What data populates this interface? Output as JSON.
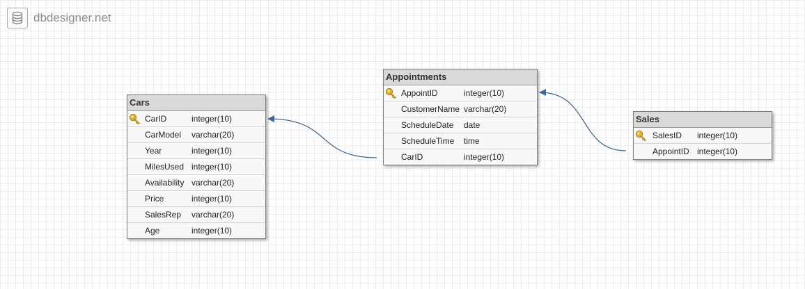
{
  "brand": {
    "name": "dbdesigner.net",
    "icon": "database-icon"
  },
  "colors": {
    "connector": "#3e6a9a",
    "key": "#e3b327"
  },
  "tables": {
    "cars": {
      "name": "Cars",
      "fields": [
        {
          "name": "CarID",
          "type": "integer(10)",
          "pk": true
        },
        {
          "name": "CarModel",
          "type": "varchar(20)"
        },
        {
          "name": "Year",
          "type": "integer(10)"
        },
        {
          "name": "MilesUsed",
          "type": "integer(10)"
        },
        {
          "name": "Availability",
          "type": "varchar(20)"
        },
        {
          "name": "Price",
          "type": "integer(10)"
        },
        {
          "name": "SalesRep",
          "type": "varchar(20)"
        },
        {
          "name": "Age",
          "type": "integer(10)"
        }
      ]
    },
    "appointments": {
      "name": "Appointments",
      "fields": [
        {
          "name": "AppointID",
          "type": "integer(10)",
          "pk": true
        },
        {
          "name": "CustomerName",
          "type": "varchar(20)"
        },
        {
          "name": "ScheduleDate",
          "type": "date"
        },
        {
          "name": "ScheduleTime",
          "type": "time"
        },
        {
          "name": "CarID",
          "type": "integer(10)"
        }
      ]
    },
    "sales": {
      "name": "Sales",
      "fields": [
        {
          "name": "SalesID",
          "type": "integer(10)",
          "pk": true
        },
        {
          "name": "AppointID",
          "type": "integer(10)"
        }
      ]
    }
  },
  "relations": [
    {
      "from": "appointments.CarID",
      "to": "cars.CarID"
    },
    {
      "from": "sales.AppointID",
      "to": "appointments.AppointID"
    }
  ]
}
